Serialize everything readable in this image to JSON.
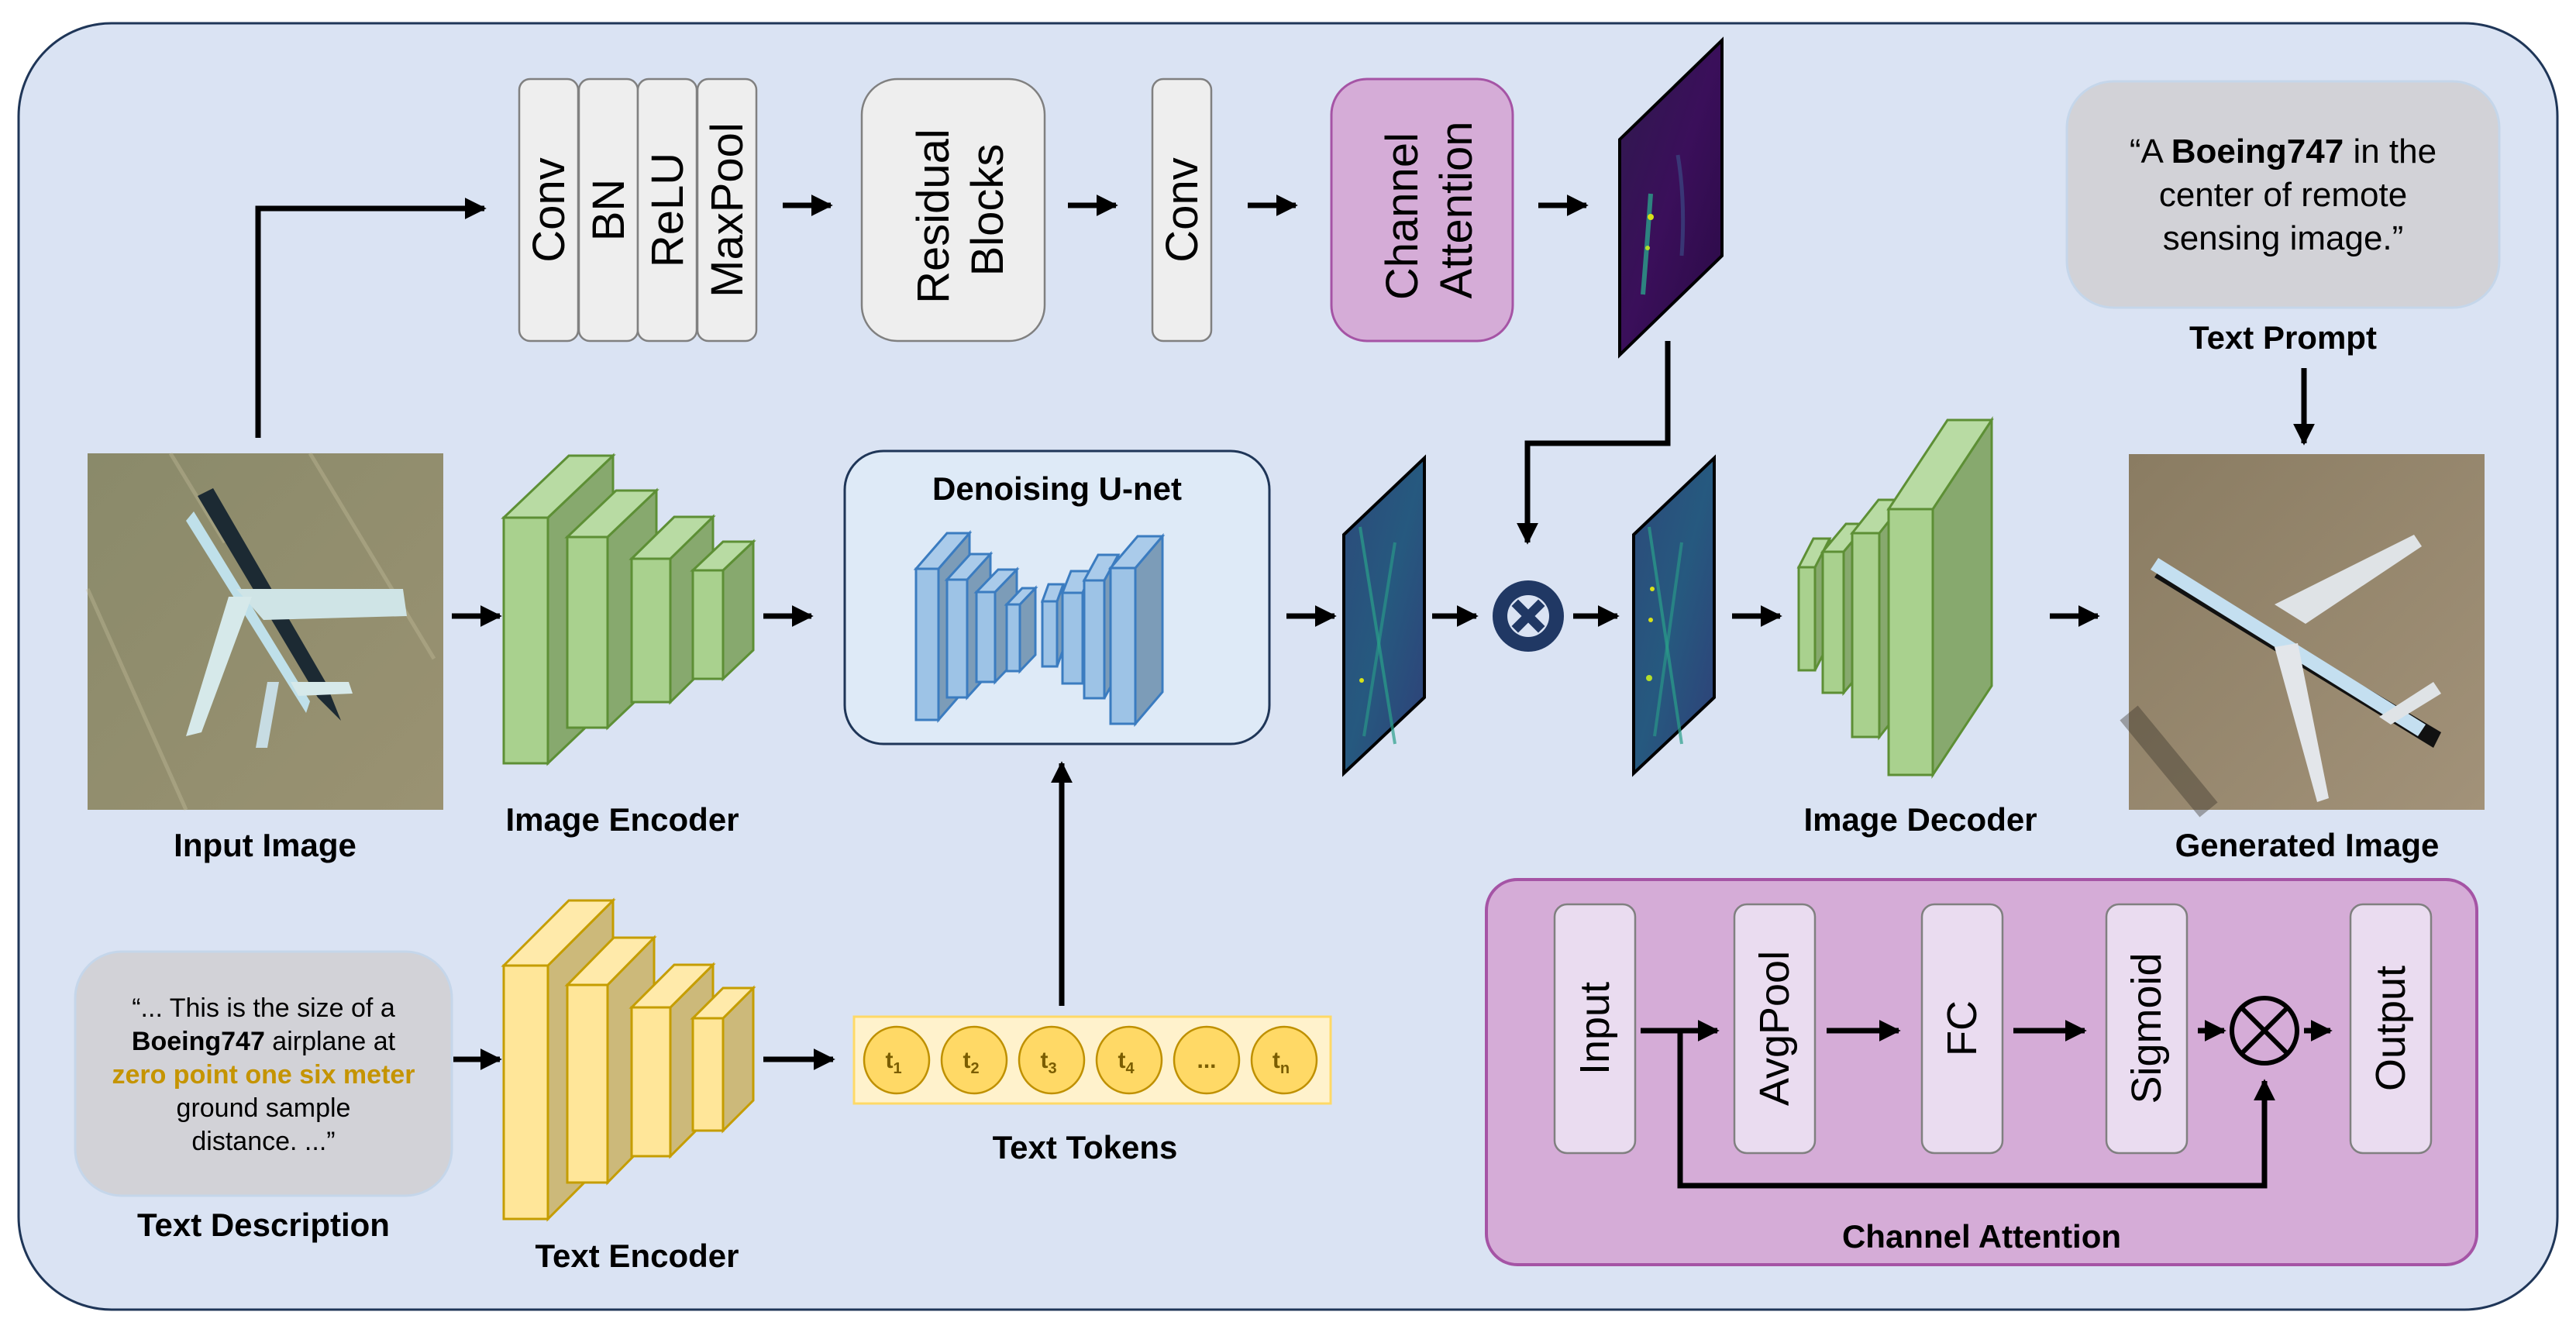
{
  "colors": {
    "background": "#dae3f3",
    "frame_border": "#1f3658",
    "gray_block": "#eeeeee",
    "gray_block_border": "#808080",
    "attention_fill": "#d5acd7",
    "attention_border": "#a554a5",
    "attention_inner_block": "#eadcf0",
    "green_front": "#a9d18e",
    "green_side": "#87a96e",
    "green_top": "#b8dba3",
    "green_border": "#5d8f35",
    "yellow_front": "#ffe699",
    "yellow_side": "#ccb97a",
    "yellow_top": "#ffeaaa",
    "yellow_border": "#c59d00",
    "blue_front": "#9dc3e6",
    "blue_side": "#7c9cb8",
    "blue_top": "#aacbea",
    "blue_border": "#3b7cc0",
    "unet_fill": "#deeaf7",
    "unet_border": "#1f3658",
    "prompt_box": "#d2d2d7",
    "highlight_text": "#c59400",
    "multiply_icon": "#203864",
    "token_fill": "#ffd966",
    "token_border": "#bf9000",
    "token_strip": "#fff2cc"
  },
  "top_branch": {
    "stem_blocks": [
      "Conv",
      "BN",
      "ReLU",
      "MaxPool"
    ],
    "residual": "Residual Blocks",
    "residual_lines": [
      "Residual",
      "Blocks"
    ],
    "conv": "Conv",
    "channel_attention_lines": [
      "Channel",
      "Attention"
    ]
  },
  "main": {
    "input_image_label": "Input Image",
    "image_encoder_label": "Image Encoder",
    "unet_title": "Denoising U-net",
    "image_decoder_label": "Image Decoder",
    "generated_image_label": "Generated Image",
    "multiply_icon": "multiply-circle-icon"
  },
  "text_prompt": {
    "label": "Text Prompt",
    "line1_pre": "“A ",
    "line1_bold": "Boeing747",
    "line1_post": " in the",
    "line2": "center of remote",
    "line3": "sensing image.”"
  },
  "text_description": {
    "label": "Text Description",
    "line1": "“... This is the size of a",
    "line2_bold": "Boeing747",
    "line2_post": " airplane at",
    "line3_highlight": "zero point one six meter",
    "line4": "ground sample",
    "line5": "distance. ...”"
  },
  "text_encoder_label": "Text Encoder",
  "text_tokens": {
    "label": "Text Tokens",
    "tokens": [
      {
        "base": "t",
        "sub": "1"
      },
      {
        "base": "t",
        "sub": "2"
      },
      {
        "base": "t",
        "sub": "3"
      },
      {
        "base": "t",
        "sub": "4"
      },
      {
        "base": "...",
        "sub": ""
      },
      {
        "base": "t",
        "sub": "n"
      }
    ]
  },
  "channel_attention_detail": {
    "title": "Channel Attention",
    "blocks": [
      "Input",
      "AvgPool",
      "FC",
      "Sigmoid",
      "Output"
    ],
    "multiply_icon": "otimes-icon"
  }
}
